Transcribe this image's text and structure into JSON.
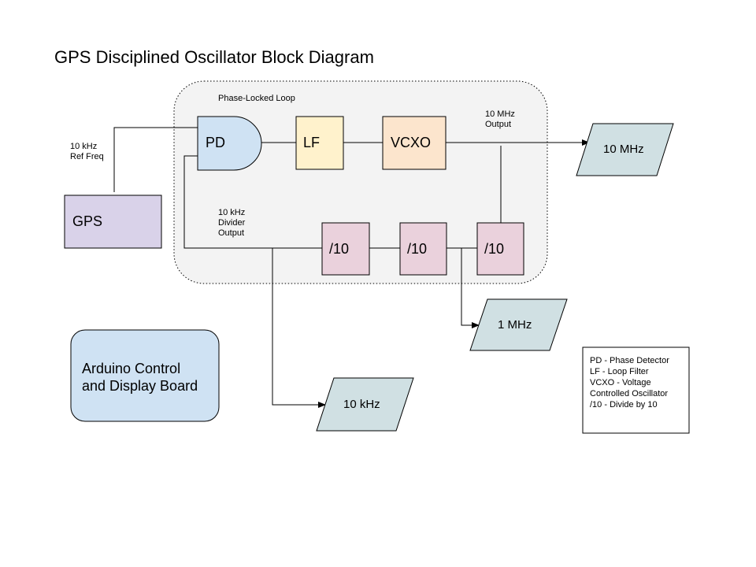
{
  "title": "GPS Disciplined Oscillator Block Diagram",
  "pll_label": "Phase-Locked Loop",
  "blocks": {
    "pd": "PD",
    "lf": "LF",
    "vcxo": "VCXO",
    "gps": "GPS",
    "div1": "/10",
    "div2": "/10",
    "div3": "/10",
    "arduino": [
      "Arduino Control",
      "and Display Board"
    ]
  },
  "outputs": {
    "out_10mhz": "10 MHz",
    "out_1mhz": "1 MHz",
    "out_10khz": "10 kHz"
  },
  "annotations": {
    "ref_freq": [
      "10 kHz",
      "Ref Freq"
    ],
    "vcxo_output": [
      "10 MHz",
      "Output"
    ],
    "divider_output": [
      "10 kHz",
      "Divider",
      "Output"
    ]
  },
  "legend": [
    "PD - Phase Detector",
    "LF - Loop Filter",
    "VCXO - Voltage",
    "Controlled Oscillator",
    "/10 - Divide by 10"
  ],
  "colors": {
    "pd": "#cfe2f3",
    "lf": "#fff2cc",
    "vcxo": "#fce5cd",
    "gps": "#d9d2e9",
    "divider": "#ead1dc",
    "output": "#d0e0e3",
    "arduino": "#cfe2f3",
    "pll_bg": "#f3f3f3"
  }
}
